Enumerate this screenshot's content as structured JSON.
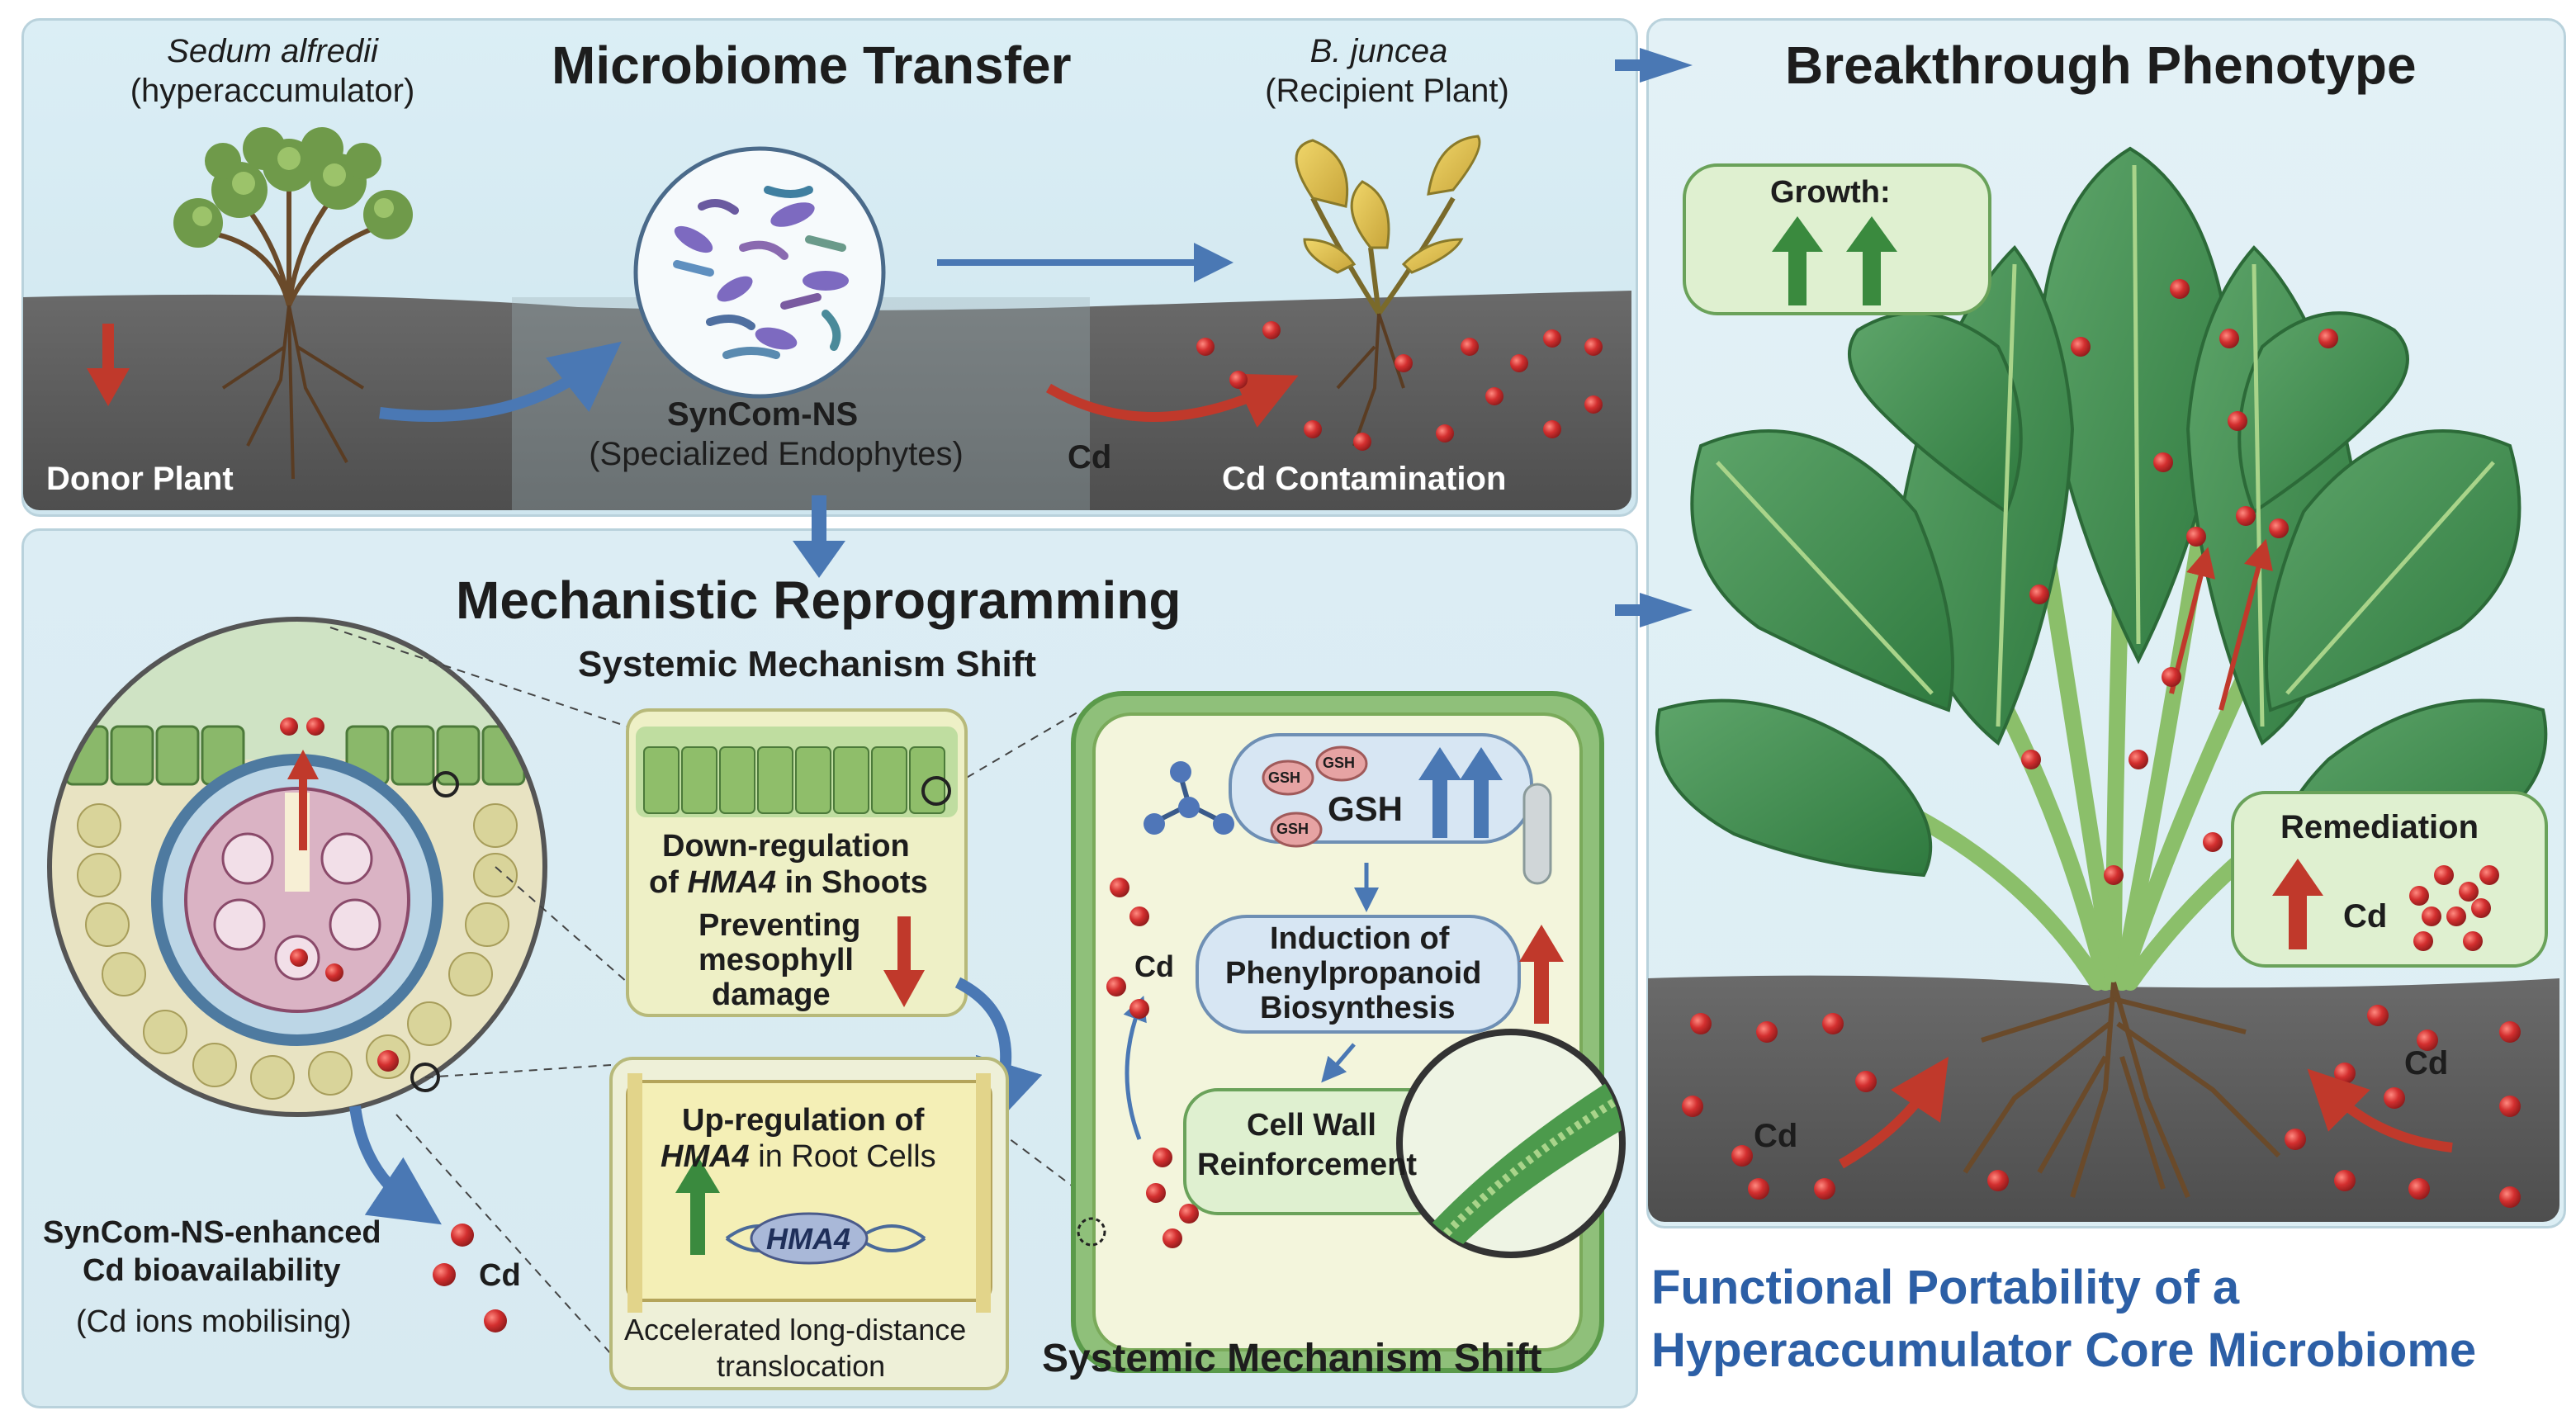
{
  "top": {
    "title": "Microbiome Transfer",
    "donor_species": "Sedum alfredii",
    "donor_role": "(hyperaccumulator)",
    "donor_label": "Donor Plant",
    "syncom_name": "SynCom-NS",
    "syncom_desc": "(Specialized Endophytes)",
    "recipient_species": "B. juncea",
    "recipient_role": "(Recipient Plant)",
    "cd_label": "Cd",
    "contamination_label": "Cd Contamination"
  },
  "mid": {
    "title": "Mechanistic Reprogramming",
    "subtitle": "Systemic Mechanism Shift",
    "footer": "Systemic Mechanism Shift",
    "root_caption_line1": "SynCom-NS-enhanced",
    "root_caption_line2": "Cd bioavailability",
    "root_caption_line3": "(Cd ions mobilising)",
    "cd_label": "Cd",
    "shoot_box": {
      "line1": "Down-regulation",
      "line2_prefix": "of ",
      "line2_gene": "HMA4",
      "line2_suffix": " in Shoots",
      "line3": "Preventing",
      "line4": "mesophyll",
      "line5": "damage"
    },
    "root_box": {
      "line1": "Up-regulation of",
      "line2_gene": "HMA4",
      "line2_suffix": " in Root Cells",
      "gene_tag": "HMA4",
      "caption_line1": "Accelerated long-distance",
      "caption_line2": "translocation"
    },
    "cell": {
      "gsh_label": "GSH",
      "gsh_molecule": "GSH",
      "induction_line1": "Induction of",
      "induction_line2": "Phenylpropanoid",
      "induction_line3": "Biosynthesis",
      "wall_line1": "Cell Wall",
      "wall_line2": "Reinforcement",
      "cd_label": "Cd"
    }
  },
  "right": {
    "title": "Breakthrough Phenotype",
    "growth_label": "Growth:",
    "remediation_label": "Remediation",
    "remediation_cd": "Cd",
    "cd_left": "Cd",
    "cd_right": "Cd",
    "conclusion_line1": "Functional Portability of a",
    "conclusion_line2": "Hyperaccumulator Core Microbiome"
  },
  "colors": {
    "soil": "#5b5b5b",
    "cd_red": "#c0282c",
    "arrow_blue": "#4a78b4",
    "arrow_red": "#c0392b",
    "leaf_green": "#3f8f4e",
    "up_green": "#3a8a3e",
    "conclusion_blue": "#2c5fa6",
    "box_green": "#dff0d0"
  }
}
